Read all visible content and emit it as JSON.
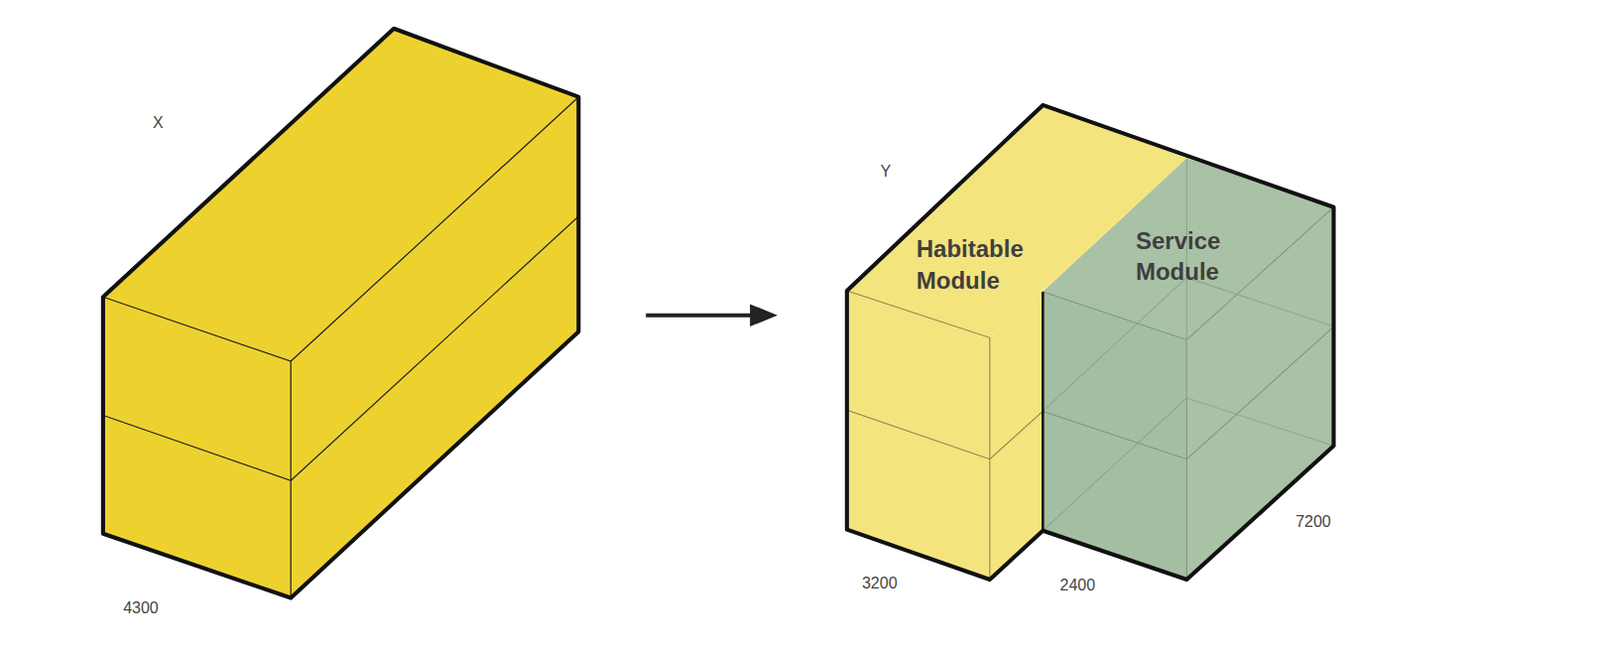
{
  "diagram": {
    "nodes": [
      {
        "text": [
          "Habitable Module"
        ]
      },
      {
        "text": [
          "Service Module"
        ]
      }
    ],
    "labels": [
      "X",
      "4300",
      "Y",
      "3200",
      "2400",
      "7200"
    ]
  }
}
